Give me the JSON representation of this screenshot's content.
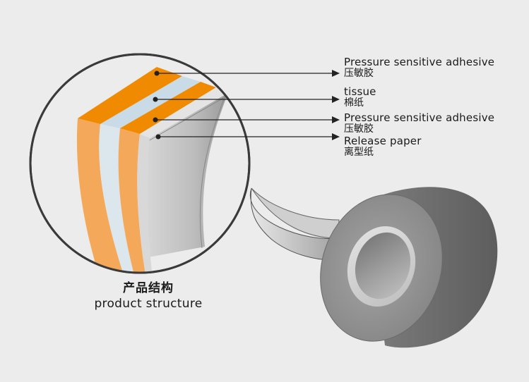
{
  "layers": [
    {
      "en": "Pressure sensitive adhesive",
      "zh": "压敏胶"
    },
    {
      "en": "tissue",
      "zh": "棉纸"
    },
    {
      "en": "Pressure sensitive adhesive",
      "zh": "压敏胶"
    },
    {
      "en": "Release paper",
      "zh": "离型纸"
    }
  ],
  "caption": {
    "zh": "产品结构",
    "en": "product structure"
  },
  "colors": {
    "background": "#ececec",
    "adhesive_top": "#f08a00",
    "adhesive_side": "#f4a95a",
    "tissue_top": "#c9dbe6",
    "tissue_side": "#dbe6ed",
    "release_paper": "#c8c8c8",
    "tape_roll": "#8e8e8e",
    "line": "#222222"
  }
}
